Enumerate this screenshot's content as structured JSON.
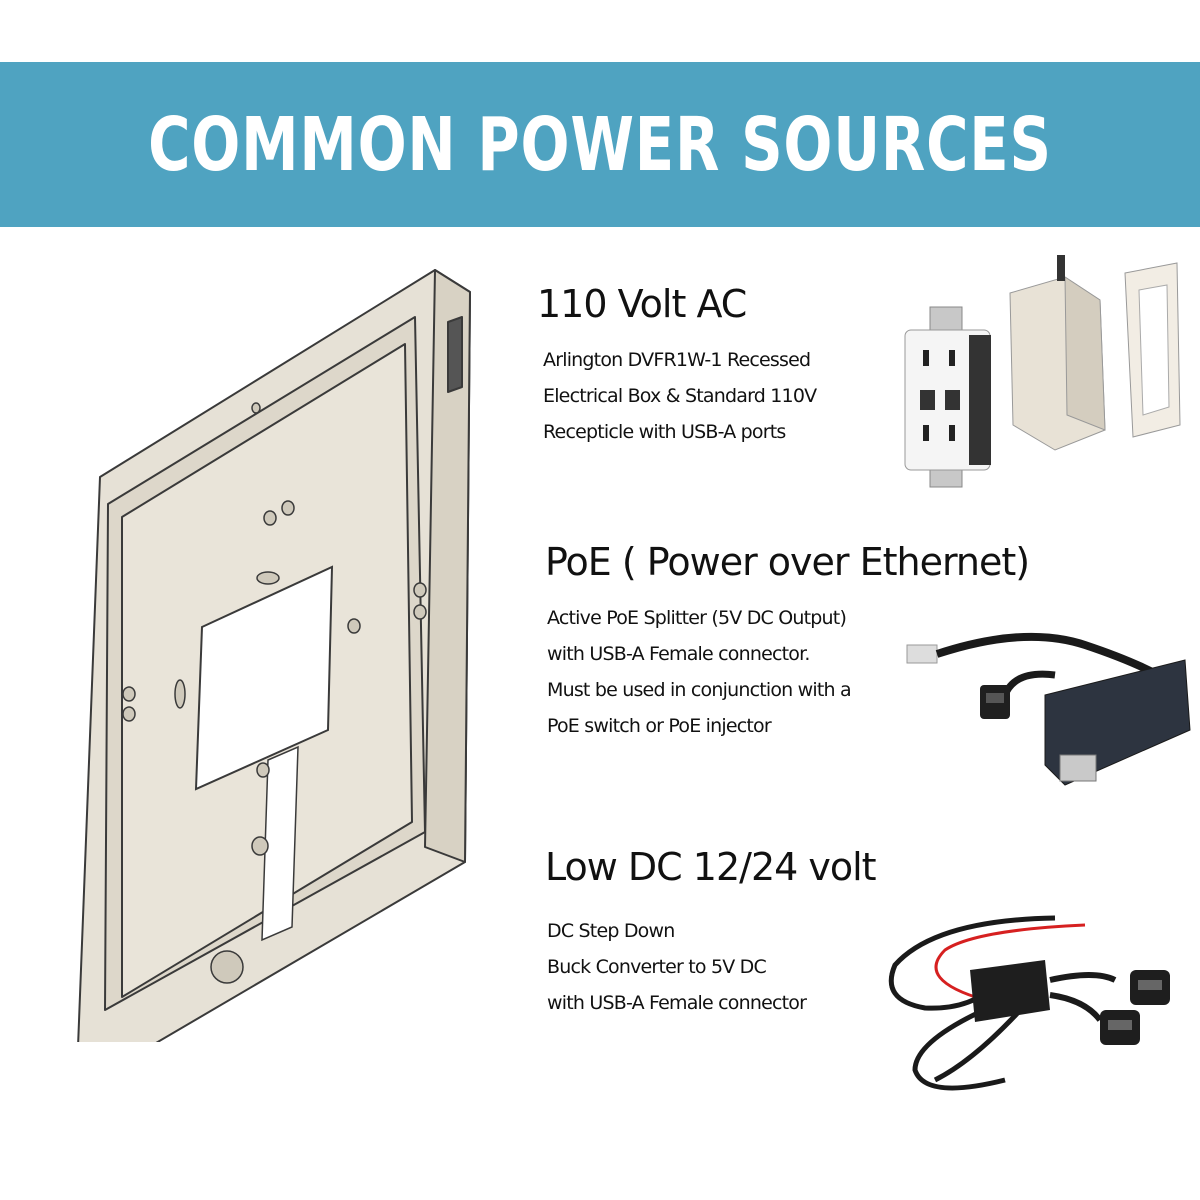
{
  "banner": {
    "title": "COMMON POWER SOURCES",
    "color": "#4fa3c1"
  },
  "sections": [
    {
      "heading": "110 Volt AC",
      "lines": [
        "Arlington DVFR1W-1 Recessed",
        "Electrical Box & Standard 110V",
        "Recepticle with USB-A ports"
      ],
      "icon": "outlet-and-recessed-box-icon"
    },
    {
      "heading": "PoE ( Power over Ethernet)",
      "lines": [
        "Active PoE Splitter (5V DC Output)",
        "with USB-A Female connector.",
        "Must be used in conjunction with a",
        "PoE switch or PoE injector"
      ],
      "icon": "poe-splitter-icon"
    },
    {
      "heading": "Low DC 12/24 volt",
      "lines": [
        "DC Step Down",
        "Buck Converter to 5V DC",
        "with USB-A Female connector"
      ],
      "icon": "buck-converter-icon"
    }
  ],
  "colors": {
    "mount": "#e6e1d6",
    "mount_edge": "#3a3a3a"
  }
}
